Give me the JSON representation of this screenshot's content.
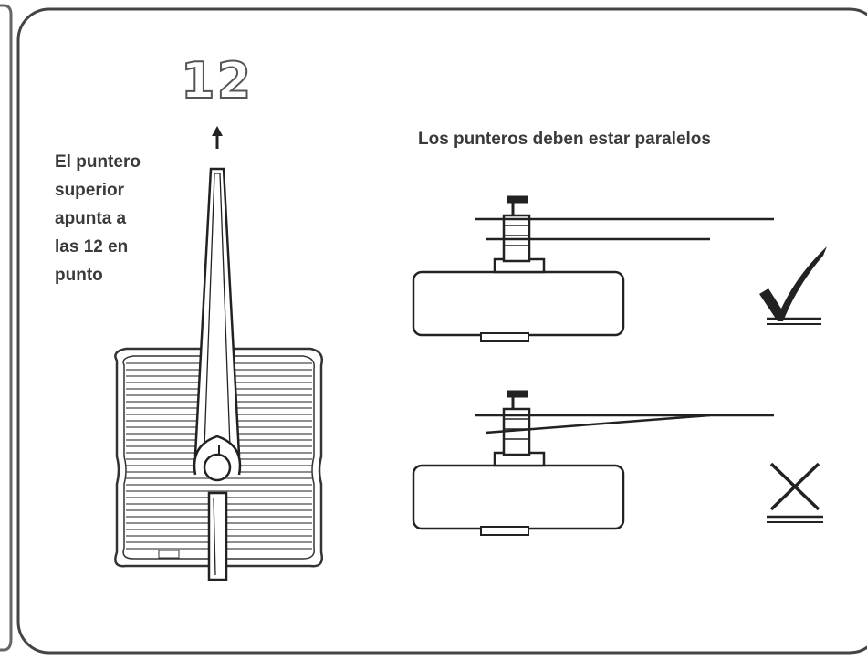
{
  "diagram": {
    "number_label": "12",
    "instruction_text": "El puntero\nsuperior\napunta a\nlas 12 en\n punto",
    "parallel_title": "Los punteros deben estar paralelos",
    "examples": [
      {
        "status": "correct",
        "icon": "check-mark-icon"
      },
      {
        "status": "incorrect",
        "icon": "cross-mark-icon"
      }
    ]
  },
  "colors": {
    "line": "#333333",
    "panel_border": "#444444",
    "background": "#ffffff"
  }
}
